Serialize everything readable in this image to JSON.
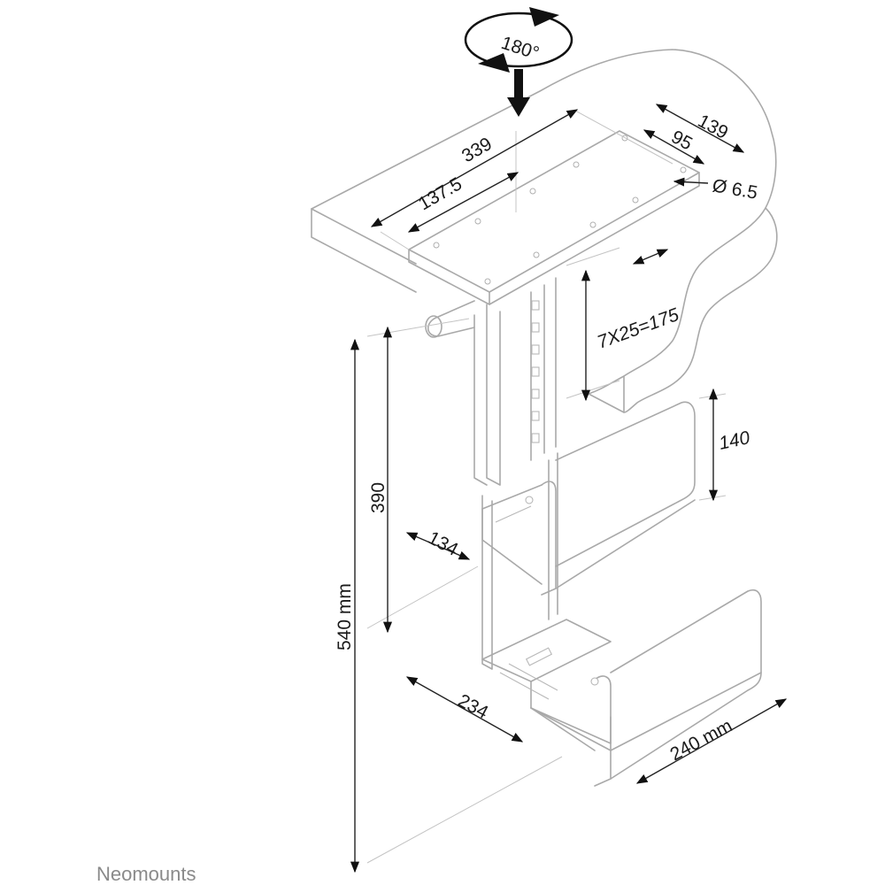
{
  "labels": {
    "rotation": "180°",
    "plate_length": "339",
    "plate_inner": "137.5",
    "plate_width": "139",
    "hole_spacing": "95",
    "hole_diameter": "Ø 6.5",
    "adjust_range": "7X25=175",
    "clamp_height": "140",
    "min_height": "390",
    "total_height": "540 mm",
    "clamp_depth": "134",
    "base_depth": "234",
    "base_width": "240 mm"
  },
  "brand": "Neomounts"
}
